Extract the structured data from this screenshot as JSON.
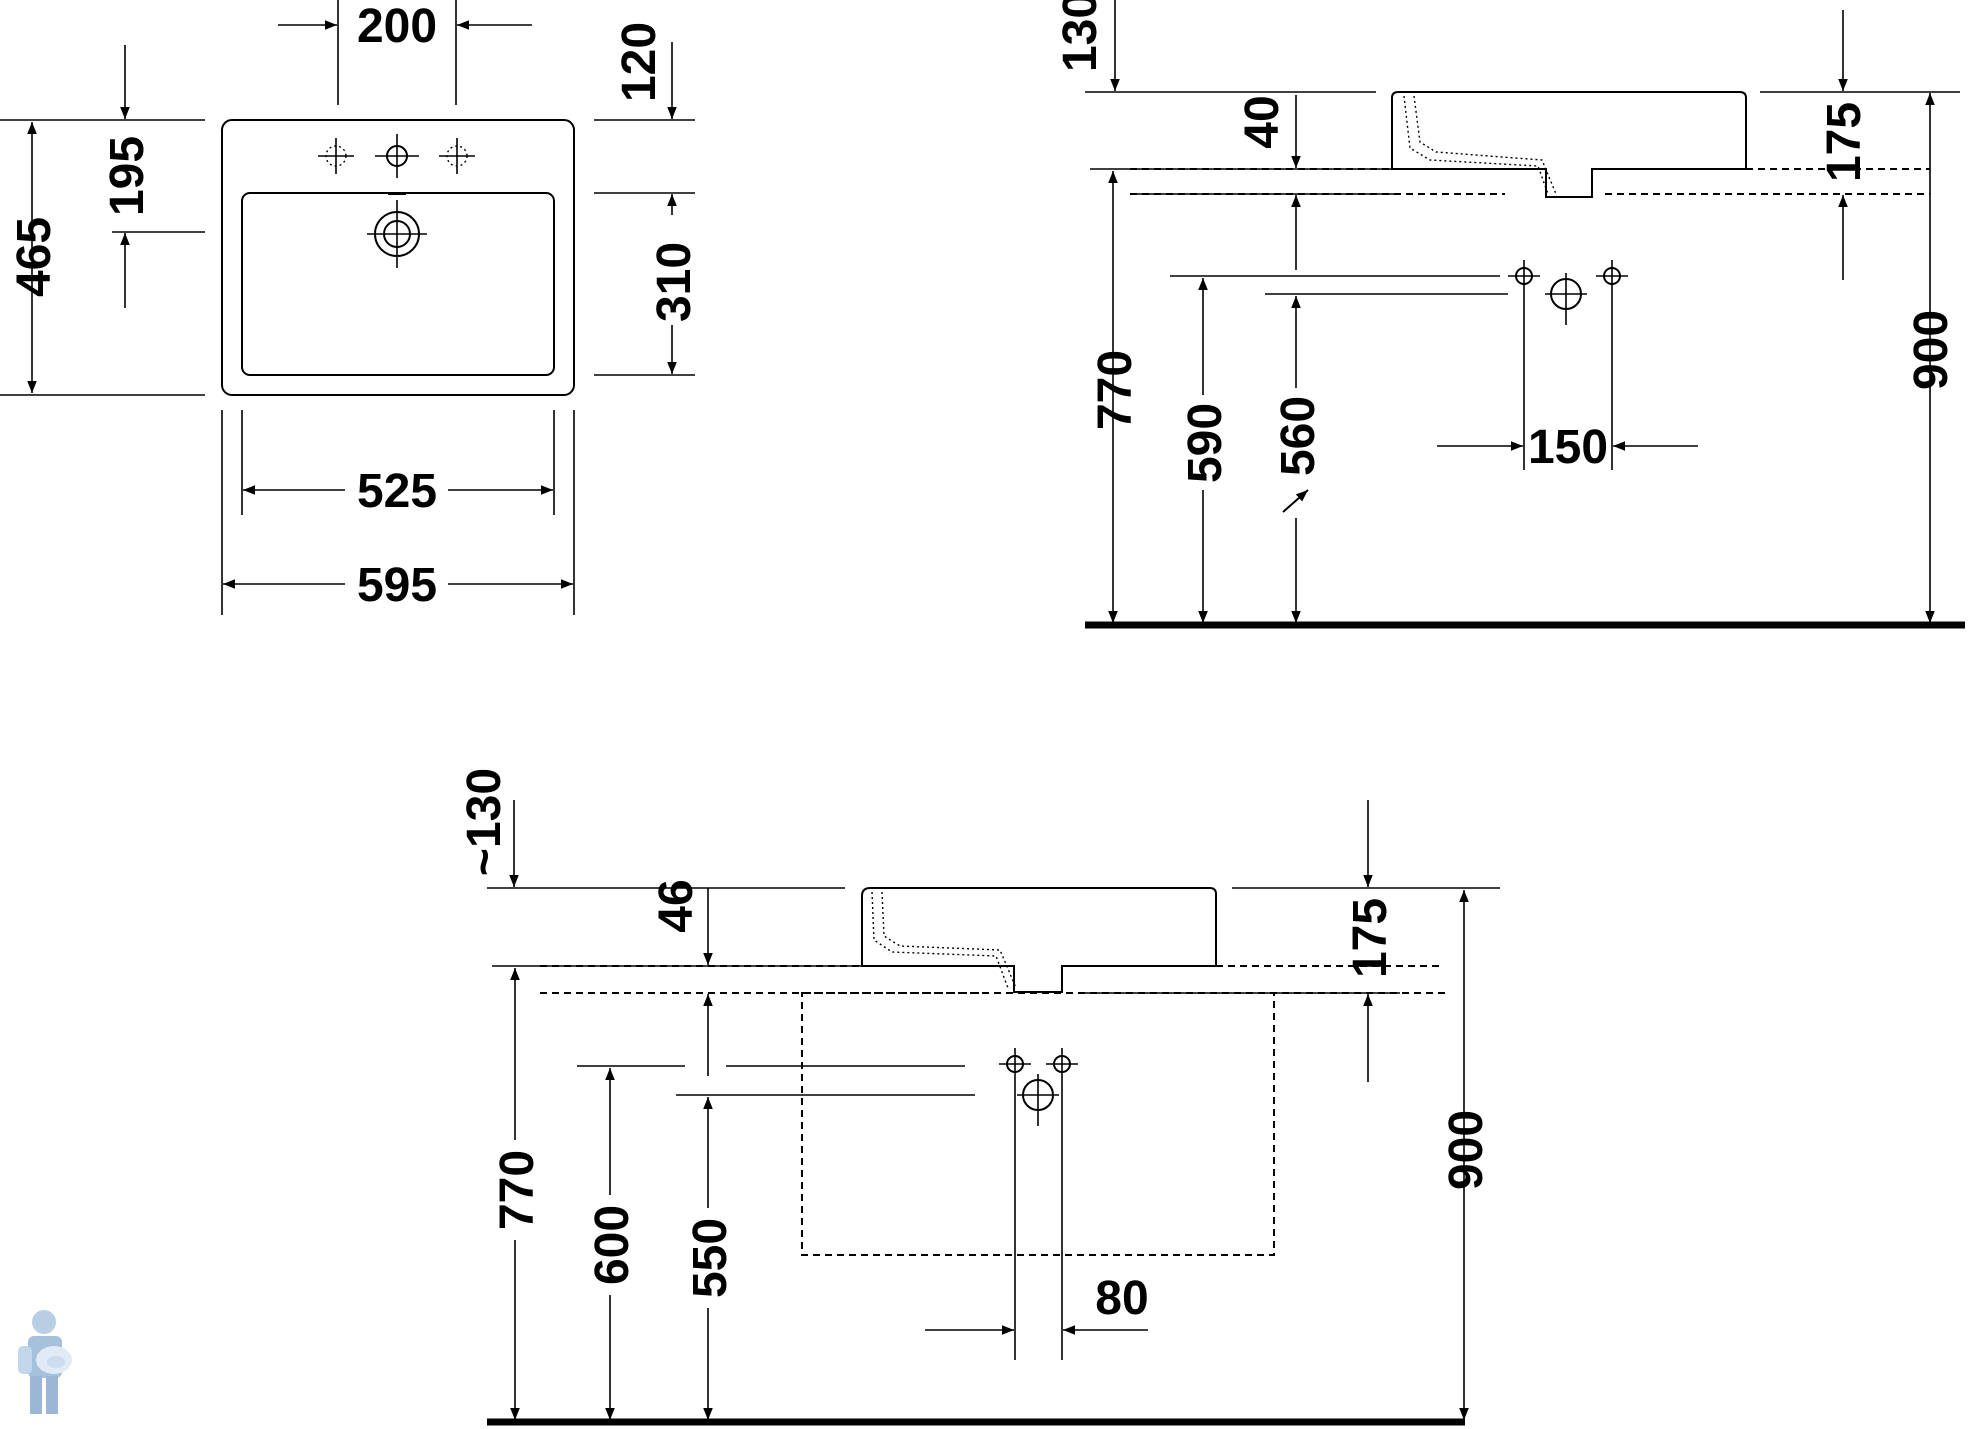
{
  "top_view": {
    "dim_200": "200",
    "dim_120": "120",
    "dim_195": "195",
    "dim_465": "465",
    "dim_310": "310",
    "dim_525": "525",
    "dim_595": "595"
  },
  "side_view": {
    "dim_130": "130",
    "dim_40": "40",
    "dim_175": "175",
    "dim_900": "900",
    "dim_770": "770",
    "dim_590": "590",
    "dim_560": "560",
    "dim_150": "150"
  },
  "front_view": {
    "dim_130": "~130",
    "dim_46": "46",
    "dim_175": "175",
    "dim_900": "900",
    "dim_770": "770",
    "dim_600": "600",
    "dim_550": "550",
    "dim_80": "80"
  },
  "colors": {
    "line": "#000000",
    "background": "#ffffff"
  },
  "icons": [
    "plumber-logo-icon"
  ]
}
